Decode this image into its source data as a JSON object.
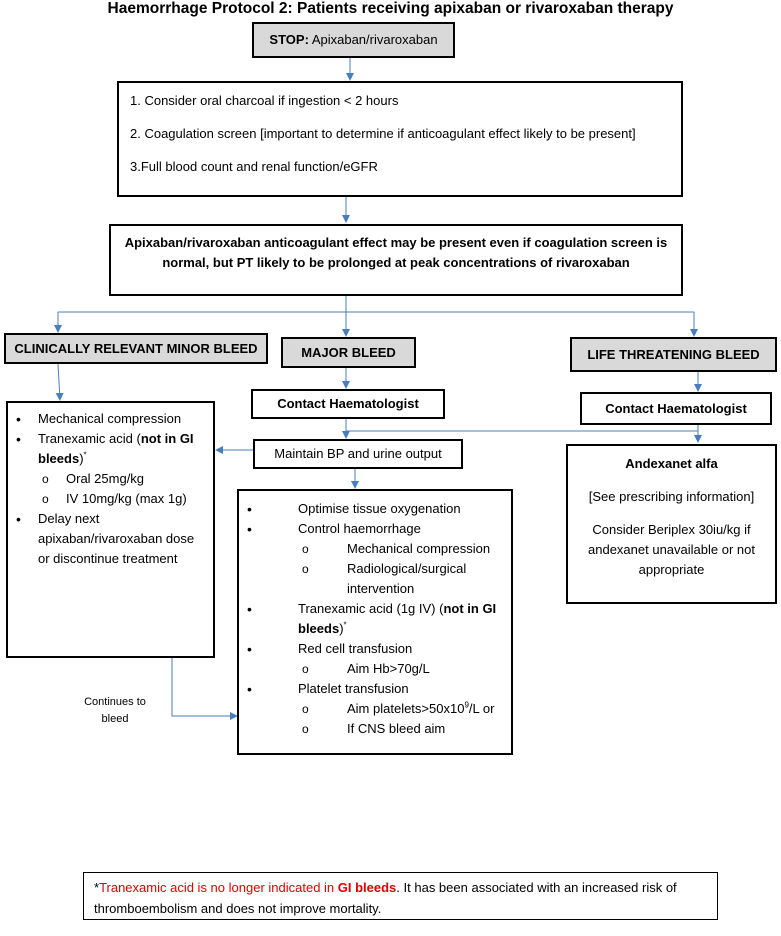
{
  "title": "Haemorrhage Protocol 2: Patients receiving apixaban or rivaroxaban therapy",
  "stop": {
    "bold": "STOP:",
    "text": " Apixaban/rivaroxaban"
  },
  "steps": [
    "1. Consider oral charcoal if ingestion < 2 hours",
    "2. Coagulation screen [important to determine if anticoagulant effect likely to be present]",
    "3.Full blood count and renal function/eGFR"
  ],
  "effect_note": "Apixaban/rivaroxaban anticoagulant effect may be present even if coagulation screen is normal, but PT likely to be prolonged at peak concentrations of rivaroxaban",
  "minor": {
    "heading": "CLINICALLY RELEVANT MINOR BLEED",
    "item1": "Mechanical compression",
    "item2_pre": "Tranexamic acid (",
    "item2_bold": "not in GI bleeds",
    "item2_post": ")",
    "asterisk": "*",
    "oral": "Oral 25mg/kg",
    "iv": "IV 10mg/kg (max 1g)",
    "item3": "Delay next apixaban/rivaroxaban dose or discontinue treatment"
  },
  "major": {
    "heading": "MAJOR BLEED",
    "contact": "Contact Haematologist",
    "maintain": "Maintain BP and urine output",
    "i1": "Optimise tissue oxygenation",
    "i2": "Control haemorrhage",
    "i2a": "Mechanical compression",
    "i2b": "Radiological/surgical intervention",
    "i3_pre": "Tranexamic acid (1g IV) (",
    "i3_bold": "not in GI bleeds",
    "i3_post": ")",
    "asterisk": "*",
    "i4": "Red cell transfusion",
    "i4a": "Aim Hb>70g/L",
    "i5": "Platelet transfusion",
    "i5a_pre": "Aim platelets>50x10",
    "i5a_sup": "9",
    "i5a_post": "/L or",
    "i5b": "If CNS bleed aim"
  },
  "continues": "Continues to bleed",
  "life": {
    "heading": "LIFE THREATENING BLEED",
    "contact": "Contact Haematologist",
    "andexanet": "Andexanet alfa",
    "prescribing": "[See prescribing information]",
    "beriplex": "Consider Beriplex 30iu/kg if andexanet unavailable or not appropriate"
  },
  "footnote": {
    "asterisk": "*",
    "red_a": "Tranexamic acid is no longer indicated in ",
    "red_b": "GI bleeds",
    "rest": ".  It has been associated with an increased risk of thromboembolism and does not improve mortality."
  },
  "colors": {
    "connector": "#4a7ebb",
    "heading_fill": "#d9d9d9",
    "footnote_red": "#e00000"
  }
}
